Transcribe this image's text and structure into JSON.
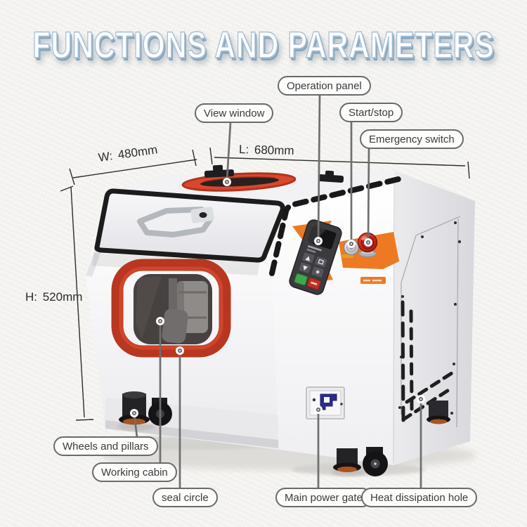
{
  "title": "FUNCTIONS AND PARAMETERS",
  "dimensions": {
    "w": "W: 480mm",
    "l": "L: 680mm",
    "h": "H: 520mm"
  },
  "callouts": {
    "operation_panel": "Operation panel",
    "view_window": "View window",
    "start_stop": "Start/stop",
    "emergency_switch": "Emergency switch",
    "wheels_pillars": "Wheels and pillars",
    "working_cabin": "Working cabin",
    "seal_circle": "seal circle",
    "main_power_gate": "Main power gate",
    "heat_dissipation_hole": "Heat dissipation hole"
  },
  "colors": {
    "background": "#f3f2ef",
    "seal_red": "#b93620",
    "decal_orange": "#ed7a22",
    "emergency_red": "#a81a12",
    "power_blue": "#2c2b8d",
    "title_outline_blue": "#a6c0d6",
    "callout_border_gray": "#6a6a6a"
  }
}
